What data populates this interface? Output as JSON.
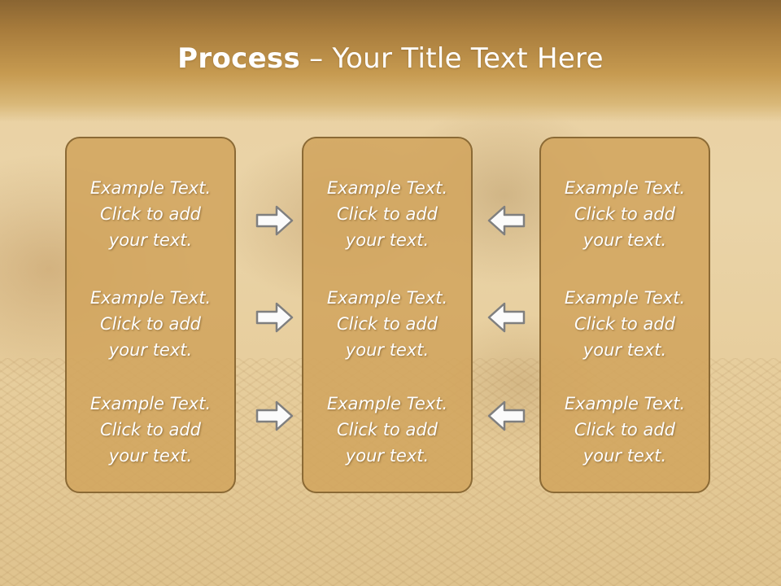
{
  "title": {
    "bold": "Process",
    "rest": " – Your Title Text Here"
  },
  "columns": [
    {
      "items": [
        "Example Text.\nClick  to add\nyour text.",
        "Example Text.\nClick  to add\nyour text.",
        "Example Text.\nClick  to add\nyour text."
      ]
    },
    {
      "items": [
        "Example Text.\nClick  to add\nyour text.",
        "Example Text.\nClick  to add\nyour text.",
        "Example Text.\nClick  to add\nyour text."
      ]
    },
    {
      "items": [
        "Example Text.\nClick  to add\nyour text.",
        "Example Text.\nClick  to add\nyour text.",
        "Example Text.\nClick  to add\nyour text."
      ]
    }
  ],
  "arrows": {
    "left_group": "arrow-right-icon",
    "right_group": "arrow-left-icon"
  },
  "colors": {
    "box_fill": "#d2a55f",
    "box_border": "#8b6a35",
    "title_band": "#b48840",
    "text": "#ffffff"
  }
}
